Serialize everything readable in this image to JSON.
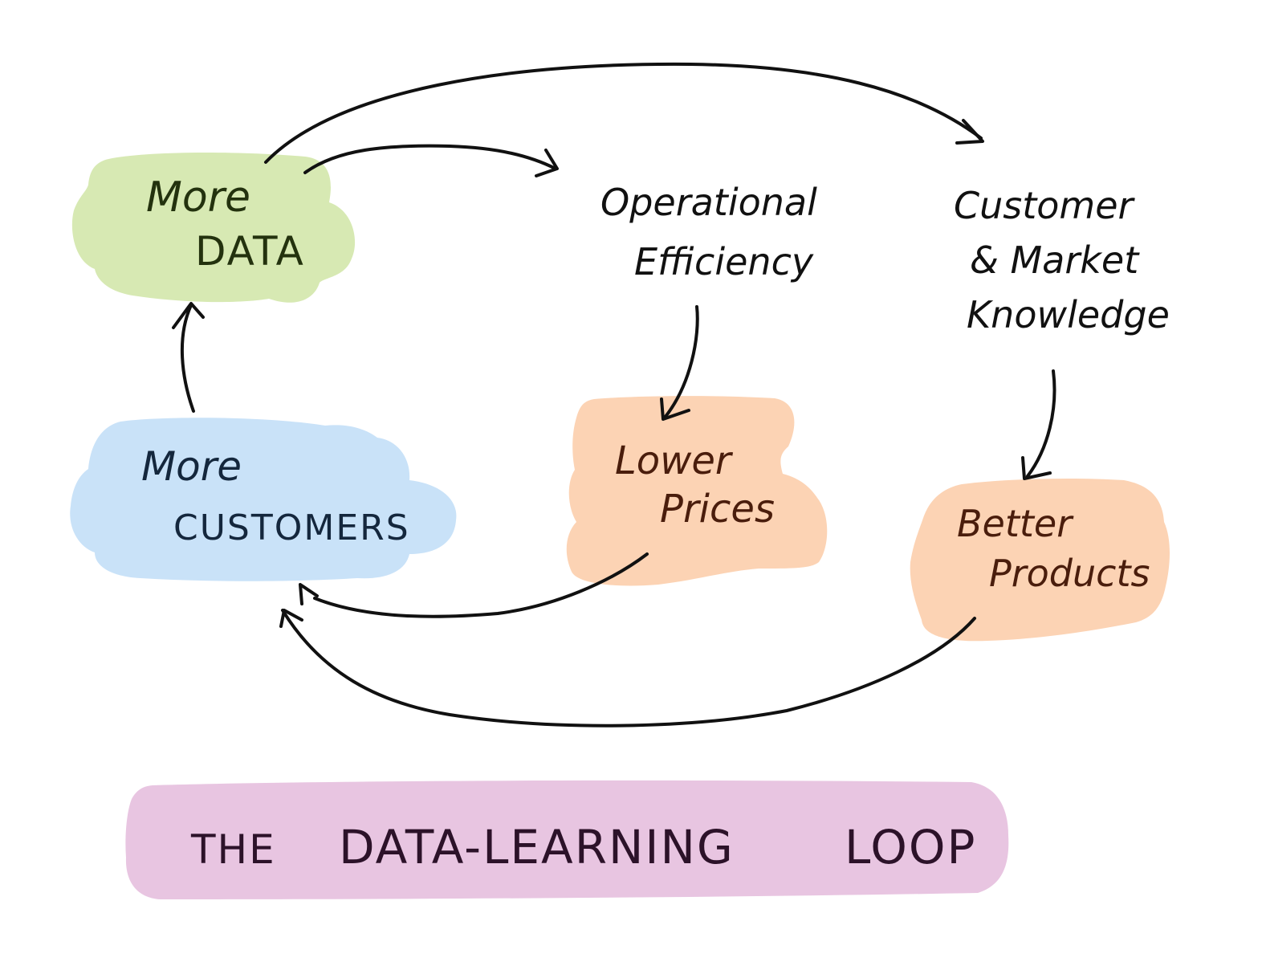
{
  "colors": {
    "data_blob": "#d7e9b3",
    "customers_blob": "#c9e2f8",
    "lower_prices_blob": "#fcd3b4",
    "better_products_blob": "#fcd3b4",
    "title_banner": "#e8c5e1",
    "data_text": "#23320e",
    "customers_text": "#14273d",
    "orange_text": "#4a1d0c",
    "title_text": "#2c1229",
    "ink": "#111111"
  },
  "nodes": {
    "more_data": {
      "line1": "More",
      "line2": "DATA"
    },
    "more_customers": {
      "line1": "More",
      "line2": "CUSTOMERS"
    },
    "operational_efficiency": {
      "line1": "Operational",
      "line2": "Efficiency"
    },
    "customer_market_knowledge": {
      "line1": "Customer",
      "line2": "& Market",
      "line3": "Knowledge"
    },
    "lower_prices": {
      "line1": "Lower",
      "line2": "Prices"
    },
    "better_products": {
      "line1": "Better",
      "line2": "Products"
    }
  },
  "title": {
    "word1": "THE",
    "word2": "DATA-LEARNING",
    "word3": "LOOP"
  }
}
